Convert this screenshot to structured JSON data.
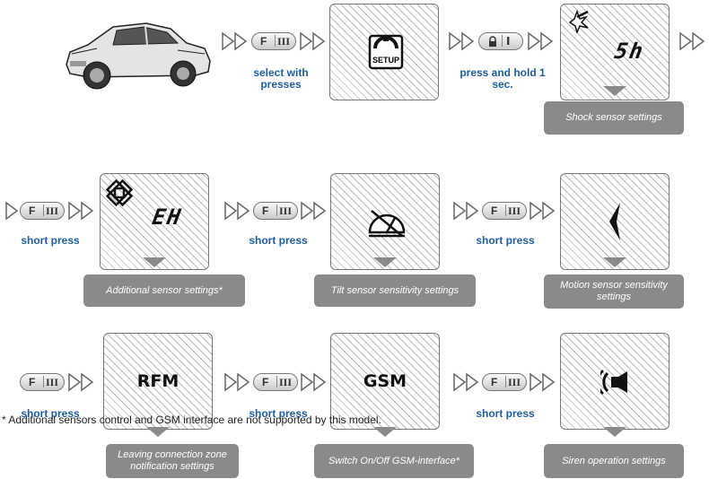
{
  "row1": {
    "btn_f": {
      "f": "F",
      "iii": "III"
    },
    "caption_select": "select with presses",
    "setup_icon_label": "SETUP",
    "btn_lock": {
      "iii": "I"
    },
    "caption_hold": "press and hold 1 sec.",
    "shock_display": "5h",
    "shock_label": "Shock sensor settings"
  },
  "row2": {
    "additional_display": "EH",
    "additional_label": "Additional sensor settings*",
    "tilt_label": "Tilt sensor sensitivity settings",
    "motion_label": "Motion sensor sensitivity settings",
    "caption_short": "short press"
  },
  "row3": {
    "rfm_display": "RFM",
    "rfm_label": "Leaving connection zone notification settings",
    "gsm_display": "GSM",
    "gsm_label": "Switch On/Off GSM-interface*",
    "siren_label": "Siren operation settings",
    "caption_short": "short press"
  },
  "footnote": "* Additional sensors control and GSM interface are not supported by this model.",
  "colors": {
    "caption_blue": "#1d5ca8",
    "label_gray": "#8a8a8a",
    "lcd_border": "#777777"
  },
  "icons": [
    "car-image",
    "double-arrow-icon",
    "setup-gear-icon",
    "lock-icon",
    "shock-hammer-icon",
    "additional-sensor-icon",
    "tilt-gauge-icon",
    "motion-chevron-icon",
    "siren-speaker-icon"
  ]
}
